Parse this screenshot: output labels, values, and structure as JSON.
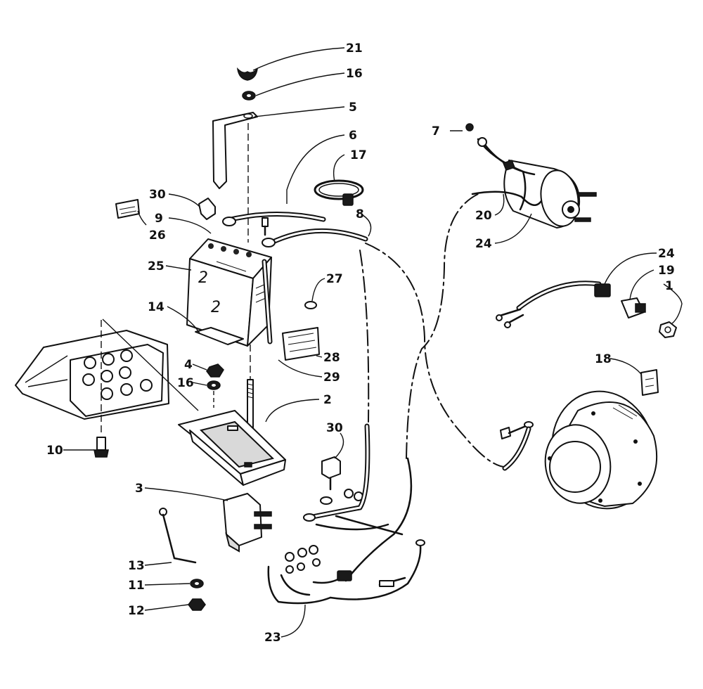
{
  "callouts": [
    {
      "id": "21",
      "label": "21"
    },
    {
      "id": "16a",
      "label": "16"
    },
    {
      "id": "5",
      "label": "5"
    },
    {
      "id": "6",
      "label": "6"
    },
    {
      "id": "17",
      "label": "17"
    },
    {
      "id": "7",
      "label": "7"
    },
    {
      "id": "30a",
      "label": "30"
    },
    {
      "id": "9",
      "label": "9"
    },
    {
      "id": "26",
      "label": "26"
    },
    {
      "id": "8",
      "label": "8"
    },
    {
      "id": "20",
      "label": "20"
    },
    {
      "id": "24a",
      "label": "24"
    },
    {
      "id": "25",
      "label": "25"
    },
    {
      "id": "27",
      "label": "27"
    },
    {
      "id": "24b",
      "label": "24"
    },
    {
      "id": "19",
      "label": "19"
    },
    {
      "id": "1",
      "label": "1"
    },
    {
      "id": "14",
      "label": "14"
    },
    {
      "id": "28",
      "label": "28"
    },
    {
      "id": "29",
      "label": "29"
    },
    {
      "id": "18",
      "label": "18"
    },
    {
      "id": "4",
      "label": "4"
    },
    {
      "id": "16b",
      "label": "16"
    },
    {
      "id": "2",
      "label": "2"
    },
    {
      "id": "30b",
      "label": "30"
    },
    {
      "id": "10",
      "label": "10"
    },
    {
      "id": "3",
      "label": "3"
    },
    {
      "id": "13",
      "label": "13"
    },
    {
      "id": "11",
      "label": "11"
    },
    {
      "id": "12",
      "label": "12"
    },
    {
      "id": "23",
      "label": "23"
    }
  ]
}
